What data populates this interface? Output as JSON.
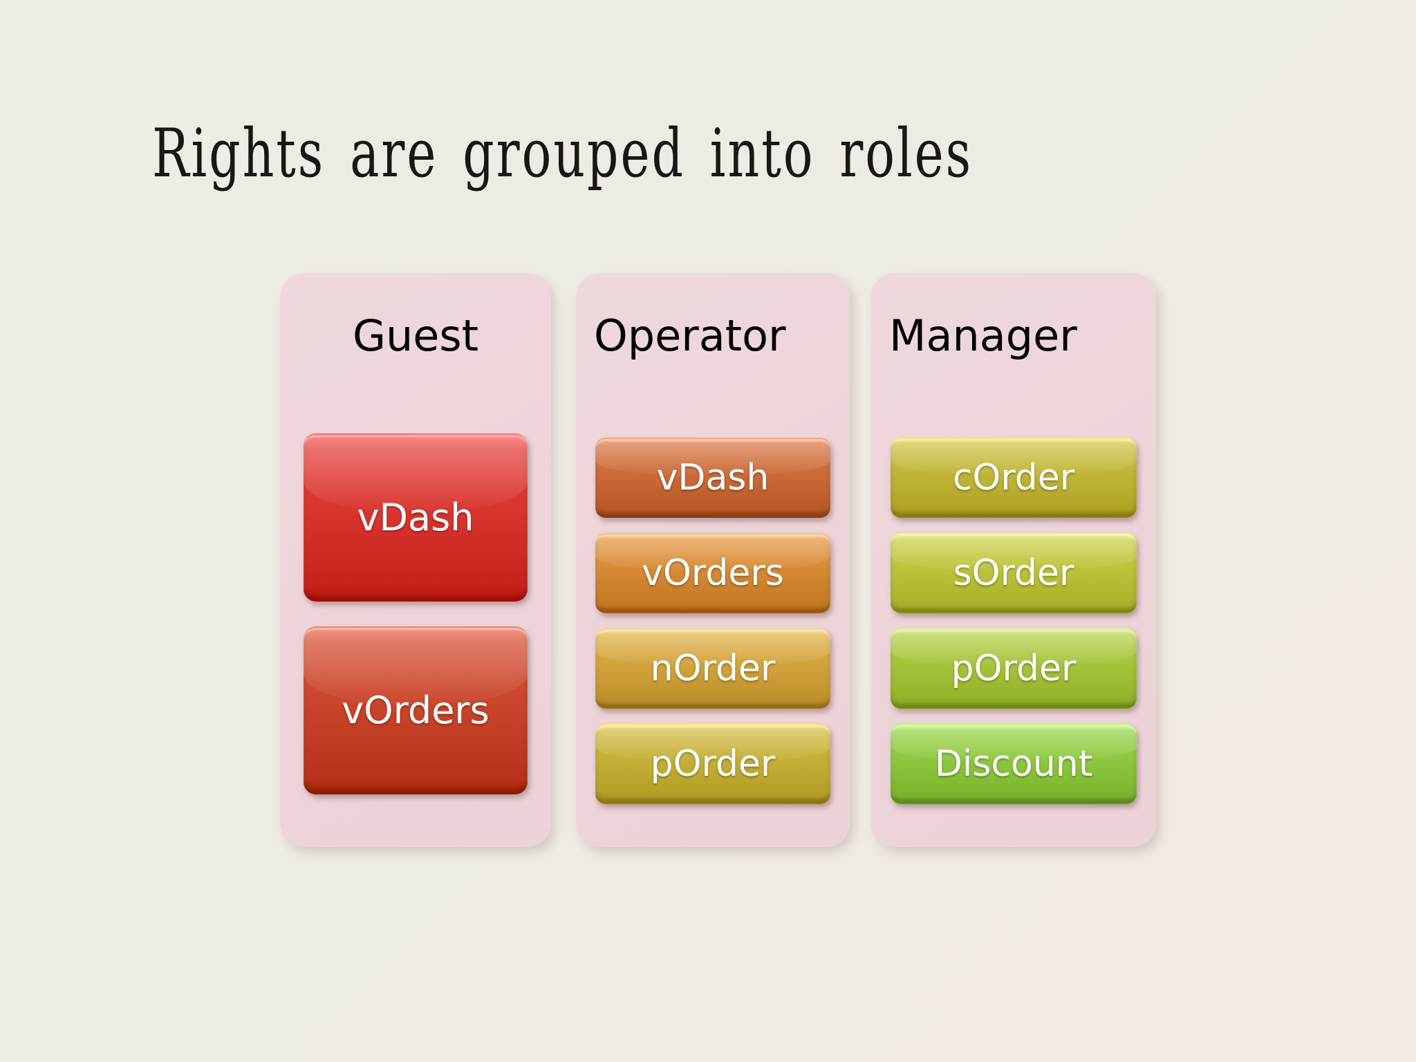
{
  "slide": {
    "title": "Rights are grouped into roles",
    "background_color": "#EDEAE3",
    "card_color": "#EDD5D8"
  },
  "roles": [
    {
      "name": "Guest",
      "rights": [
        {
          "label": "vDash",
          "color": "#D8342E"
        },
        {
          "label": "vOrders",
          "color": "#C8442A"
        }
      ]
    },
    {
      "name": "Operator",
      "rights": [
        {
          "label": "vDash",
          "color": "#C96A38"
        },
        {
          "label": "vOrders",
          "color": "#D58935"
        },
        {
          "label": "nOrder",
          "color": "#D0A23C"
        },
        {
          "label": "pOrder",
          "color": "#C3AE36"
        }
      ]
    },
    {
      "name": "Manager",
      "rights": [
        {
          "label": "cOrder",
          "color": "#BFB436"
        },
        {
          "label": "sOrder",
          "color": "#BCC13A"
        },
        {
          "label": "pOrder",
          "color": "#A4C23A"
        },
        {
          "label": "Discount",
          "color": "#8CC63E"
        }
      ]
    }
  ]
}
